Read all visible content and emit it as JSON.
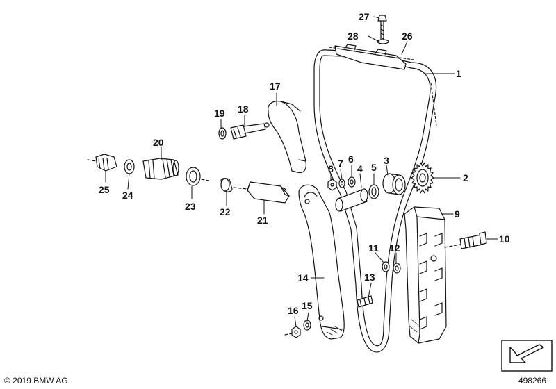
{
  "diagram": {
    "labels": [
      {
        "id": "27",
        "text": "27"
      },
      {
        "id": "28",
        "text": "28"
      },
      {
        "id": "26",
        "text": "26"
      },
      {
        "id": "1",
        "text": "1"
      },
      {
        "id": "17",
        "text": "17"
      },
      {
        "id": "19",
        "text": "19"
      },
      {
        "id": "18",
        "text": "18"
      },
      {
        "id": "20",
        "text": "20"
      },
      {
        "id": "25",
        "text": "25"
      },
      {
        "id": "24",
        "text": "24"
      },
      {
        "id": "23",
        "text": "23"
      },
      {
        "id": "22",
        "text": "22"
      },
      {
        "id": "21",
        "text": "21"
      },
      {
        "id": "8",
        "text": "8"
      },
      {
        "id": "7",
        "text": "7"
      },
      {
        "id": "6",
        "text": "6"
      },
      {
        "id": "4",
        "text": "4"
      },
      {
        "id": "5",
        "text": "5"
      },
      {
        "id": "3",
        "text": "3"
      },
      {
        "id": "2",
        "text": "2"
      },
      {
        "id": "9",
        "text": "9"
      },
      {
        "id": "10",
        "text": "10"
      },
      {
        "id": "11",
        "text": "11"
      },
      {
        "id": "12",
        "text": "12"
      },
      {
        "id": "13",
        "text": "13"
      },
      {
        "id": "14",
        "text": "14"
      },
      {
        "id": "16",
        "text": "16"
      },
      {
        "id": "15",
        "text": "15"
      }
    ]
  },
  "footer": {
    "copyright": "© 2019 BMW AG",
    "doc_number": "498266"
  }
}
